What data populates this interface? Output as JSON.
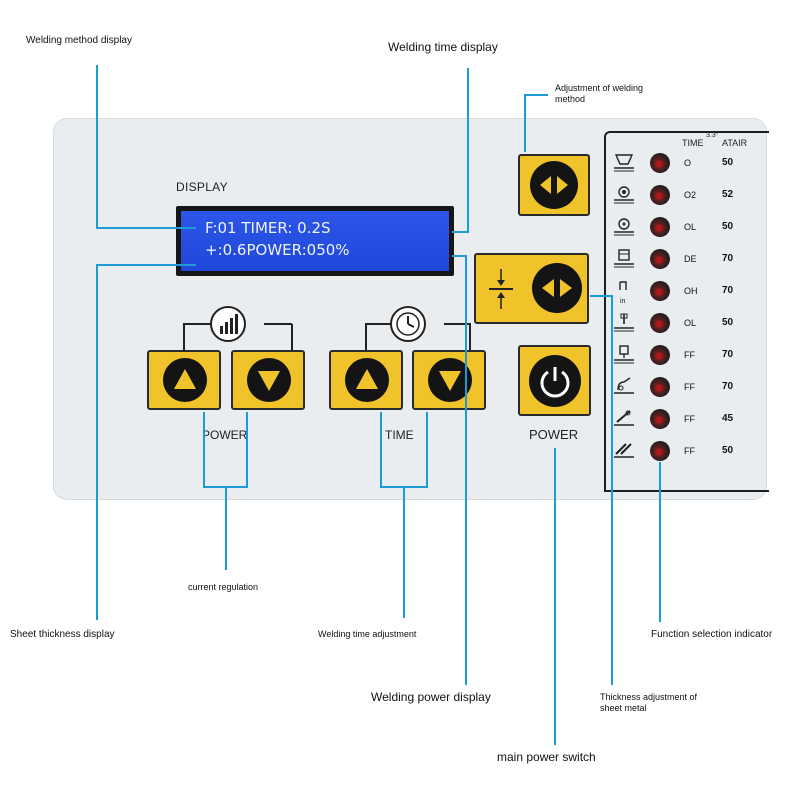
{
  "panel": {
    "display_title": "DISPLAY",
    "lcd": {
      "line1": "F:01 TIMER: 0.2S",
      "line2": "+:0.6POWER:050%"
    },
    "buttons": {
      "power_group_label": "POWER",
      "time_group_label": "TIME",
      "main_power_label": "POWER"
    }
  },
  "callouts": {
    "welding_method_display": "Welding method display",
    "welding_time_display": "Welding time display",
    "adjustment_welding_method_1": "Adjustment of welding",
    "adjustment_welding_method_2": "method",
    "sheet_thickness_display": "Sheet thickness display",
    "current_regulation": "current regulation",
    "welding_time_adjustment": "Welding time adjustment",
    "welding_power_display": "Welding power display",
    "main_power_switch": "main power switch",
    "thickness_adjustment_1": "Thickness adjustment of",
    "thickness_adjustment_2": "sheet metal",
    "function_selection_indicator": "Function selection indicator"
  },
  "functions": {
    "header_time": "TIME",
    "header_extra": "3.3\"",
    "header_atair": "ATAIR",
    "icon_label_in": "in",
    "rows": [
      {
        "code": "O",
        "value": "50",
        "icon": "nozzle-icon"
      },
      {
        "code": "O2",
        "value": "52",
        "icon": "spot-ring-icon"
      },
      {
        "code": "OL",
        "value": "50",
        "icon": "target-icon"
      },
      {
        "code": "DE",
        "value": "70",
        "icon": "stack-plate-icon"
      },
      {
        "code": "OH",
        "value": "70",
        "icon": "bracket-icon"
      },
      {
        "code": "OL",
        "value": "50",
        "icon": "probe-icon"
      },
      {
        "code": "FF",
        "value": "70",
        "icon": "clamp-icon"
      },
      {
        "code": "FF",
        "value": "70",
        "icon": "hook-icon"
      },
      {
        "code": "FF",
        "value": "45",
        "icon": "pen-icon"
      },
      {
        "code": "FF",
        "value": "50",
        "icon": "double-pen-icon"
      }
    ]
  },
  "colors": {
    "leader_line": "#1d9bd6",
    "button_yellow": "#f0c32a",
    "lcd_blue": "#2450e0",
    "panel_bg": "#e9edf0"
  }
}
